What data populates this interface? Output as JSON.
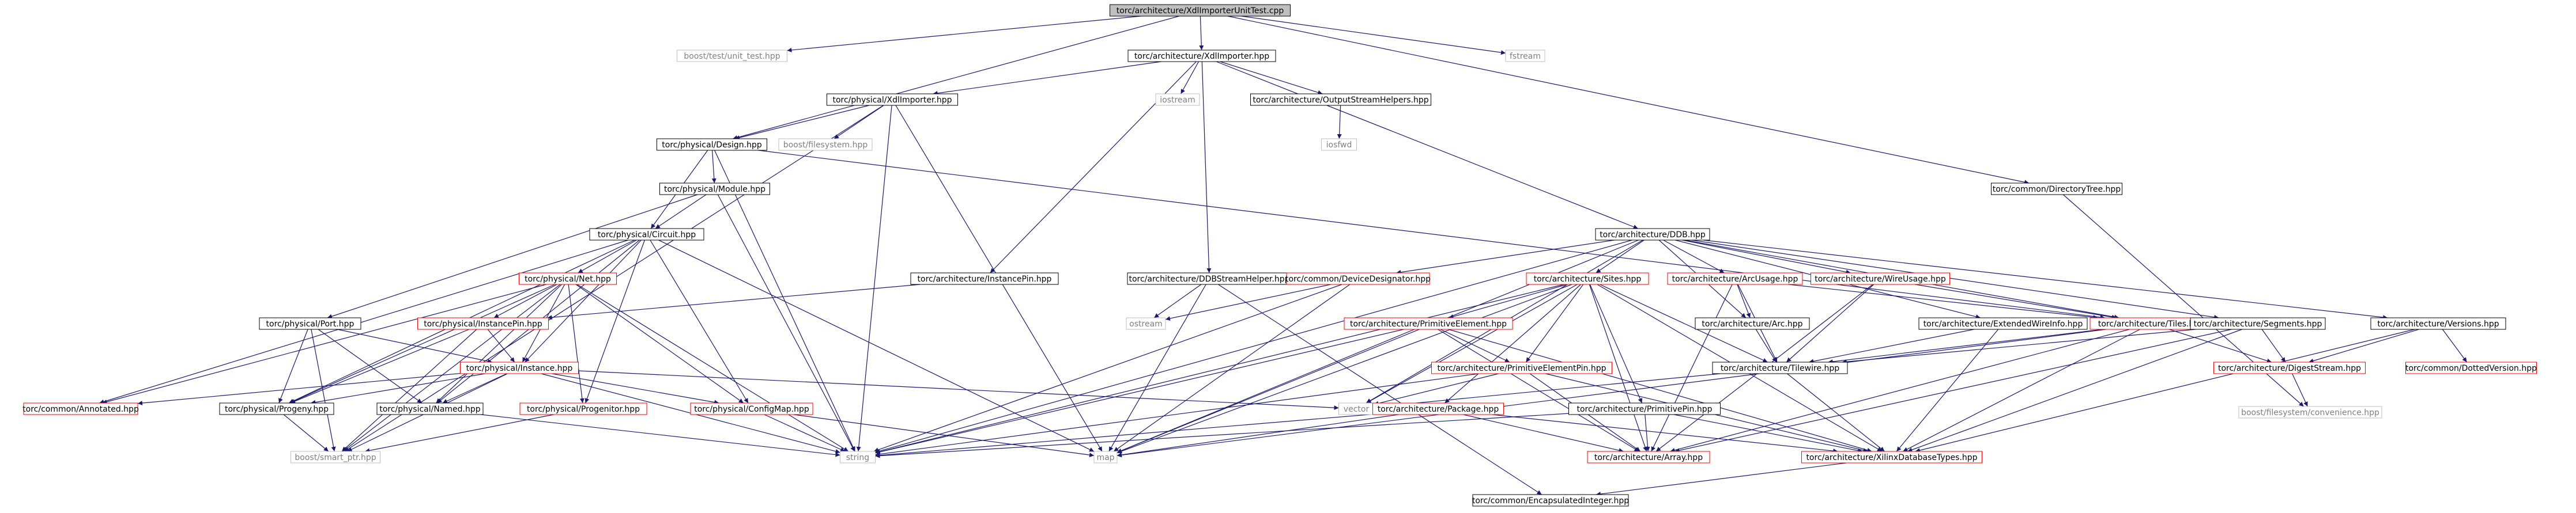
{
  "diagram": {
    "type": "include-dependency-graph",
    "colors": {
      "root_fill": "#bfbfbf",
      "normal_border": "#000000",
      "red_border": "#ff0000",
      "system_border": "#bfbfbf",
      "system_text": "#808080",
      "edge": "#191970"
    },
    "nodes": [
      {
        "id": "root",
        "label": "torc/architecture/XdlImporterUnitTest.cpp",
        "style": "root"
      },
      {
        "id": "unit_test",
        "label": "boost/test/unit_test.hpp",
        "style": "system"
      },
      {
        "id": "xdlimp_arch",
        "label": "torc/architecture/XdlImporter.hpp",
        "style": "normal"
      },
      {
        "id": "fstream",
        "label": "fstream",
        "style": "system"
      },
      {
        "id": "xdlimp_phys",
        "label": "torc/physical/XdlImporter.hpp",
        "style": "normal"
      },
      {
        "id": "iostream",
        "label": "iostream",
        "style": "system"
      },
      {
        "id": "osh",
        "label": "torc/architecture/OutputStreamHelpers.hpp",
        "style": "normal"
      },
      {
        "id": "dirtree",
        "label": "torc/common/DirectoryTree.hpp",
        "style": "normal"
      },
      {
        "id": "design",
        "label": "torc/physical/Design.hpp",
        "style": "normal"
      },
      {
        "id": "filesystem",
        "label": "boost/filesystem.hpp",
        "style": "system"
      },
      {
        "id": "iosfwd",
        "label": "iosfwd",
        "style": "system"
      },
      {
        "id": "module",
        "label": "torc/physical/Module.hpp",
        "style": "normal"
      },
      {
        "id": "ddb",
        "label": "torc/architecture/DDB.hpp",
        "style": "normal"
      },
      {
        "id": "circuit",
        "label": "torc/physical/Circuit.hpp",
        "style": "normal"
      },
      {
        "id": "instancepin_arch",
        "label": "torc/architecture/InstancePin.hpp",
        "style": "normal"
      },
      {
        "id": "ddbsh",
        "label": "torc/architecture/DDBStreamHelper.hpp",
        "style": "normal"
      },
      {
        "id": "devdes",
        "label": "torc/common/DeviceDesignator.hpp",
        "style": "red"
      },
      {
        "id": "sites",
        "label": "torc/architecture/Sites.hpp",
        "style": "red"
      },
      {
        "id": "arcusage",
        "label": "torc/architecture/ArcUsage.hpp",
        "style": "red"
      },
      {
        "id": "wireusage",
        "label": "torc/architecture/WireUsage.hpp",
        "style": "red"
      },
      {
        "id": "net",
        "label": "torc/physical/Net.hpp",
        "style": "red"
      },
      {
        "id": "port",
        "label": "torc/physical/Port.hpp",
        "style": "normal"
      },
      {
        "id": "ostream",
        "label": "ostream",
        "style": "system"
      },
      {
        "id": "primelement",
        "label": "torc/architecture/PrimitiveElement.hpp",
        "style": "red"
      },
      {
        "id": "arc",
        "label": "torc/architecture/Arc.hpp",
        "style": "normal"
      },
      {
        "id": "tiles",
        "label": "torc/architecture/Tiles.hpp",
        "style": "red"
      },
      {
        "id": "segments",
        "label": "torc/architecture/Segments.hpp",
        "style": "normal"
      },
      {
        "id": "versions",
        "label": "torc/architecture/Versions.hpp",
        "style": "normal"
      },
      {
        "id": "instancepin_phys",
        "label": "torc/physical/InstancePin.hpp",
        "style": "red"
      },
      {
        "id": "extwireinfo",
        "label": "torc/architecture/ExtendedWireInfo.hpp",
        "style": "normal"
      },
      {
        "id": "primelempin",
        "label": "torc/architecture/PrimitiveElementPin.hpp",
        "style": "red"
      },
      {
        "id": "tilewire",
        "label": "torc/architecture/Tilewire.hpp",
        "style": "normal"
      },
      {
        "id": "digest",
        "label": "torc/architecture/DigestStream.hpp",
        "style": "red"
      },
      {
        "id": "dottedversion",
        "label": "torc/common/DottedVersion.hpp",
        "style": "red"
      },
      {
        "id": "instance",
        "label": "torc/physical/Instance.hpp",
        "style": "red"
      },
      {
        "id": "vector",
        "label": "vector",
        "style": "system"
      },
      {
        "id": "annotated",
        "label": "torc/common/Annotated.hpp",
        "style": "red"
      },
      {
        "id": "progeny",
        "label": "torc/physical/Progeny.hpp",
        "style": "normal"
      },
      {
        "id": "named",
        "label": "torc/physical/Named.hpp",
        "style": "normal"
      },
      {
        "id": "progenitor",
        "label": "torc/physical/Progenitor.hpp",
        "style": "red"
      },
      {
        "id": "configmap",
        "label": "torc/physical/ConfigMap.hpp",
        "style": "red"
      },
      {
        "id": "package",
        "label": "torc/architecture/Package.hpp",
        "style": "red"
      },
      {
        "id": "primpin",
        "label": "torc/architecture/PrimitivePin.hpp",
        "style": "normal"
      },
      {
        "id": "convenience",
        "label": "boost/filesystem/convenience.hpp",
        "style": "system"
      },
      {
        "id": "smartptr",
        "label": "boost/smart_ptr.hpp",
        "style": "system"
      },
      {
        "id": "string",
        "label": "string",
        "style": "system"
      },
      {
        "id": "map",
        "label": "map",
        "style": "system"
      },
      {
        "id": "array",
        "label": "torc/architecture/Array.hpp",
        "style": "red"
      },
      {
        "id": "xilinxdb",
        "label": "torc/architecture/XilinxDatabaseTypes.hpp",
        "style": "red"
      },
      {
        "id": "encint",
        "label": "torc/common/EncapsulatedInteger.hpp",
        "style": "normal"
      }
    ],
    "edges": [
      [
        "root",
        "unit_test"
      ],
      [
        "root",
        "xdlimp_arch"
      ],
      [
        "root",
        "fstream"
      ],
      [
        "root",
        "design"
      ],
      [
        "root",
        "dirtree"
      ],
      [
        "xdlimp_arch",
        "xdlimp_phys"
      ],
      [
        "xdlimp_arch",
        "iostream"
      ],
      [
        "xdlimp_arch",
        "osh"
      ],
      [
        "xdlimp_arch",
        "ddb"
      ],
      [
        "xdlimp_arch",
        "instancepin_arch"
      ],
      [
        "xdlimp_arch",
        "ddbsh"
      ],
      [
        "xdlimp_phys",
        "design"
      ],
      [
        "xdlimp_phys",
        "filesystem"
      ],
      [
        "xdlimp_phys",
        "string"
      ],
      [
        "xdlimp_phys",
        "smartptr"
      ],
      [
        "xdlimp_phys",
        "map"
      ],
      [
        "osh",
        "iosfwd"
      ],
      [
        "dirtree",
        "convenience"
      ],
      [
        "design",
        "module"
      ],
      [
        "design",
        "circuit"
      ],
      [
        "design",
        "string"
      ],
      [
        "design",
        "tiles"
      ],
      [
        "module",
        "circuit"
      ],
      [
        "module",
        "port"
      ],
      [
        "module",
        "string"
      ],
      [
        "circuit",
        "net"
      ],
      [
        "circuit",
        "instance"
      ],
      [
        "circuit",
        "progeny"
      ],
      [
        "circuit",
        "annotated"
      ],
      [
        "circuit",
        "named"
      ],
      [
        "circuit",
        "progenitor"
      ],
      [
        "circuit",
        "configmap"
      ],
      [
        "circuit",
        "map"
      ],
      [
        "ddb",
        "devdes"
      ],
      [
        "ddb",
        "sites"
      ],
      [
        "ddb",
        "arcusage"
      ],
      [
        "ddb",
        "wireusage"
      ],
      [
        "ddb",
        "tiles"
      ],
      [
        "ddb",
        "segments"
      ],
      [
        "ddb",
        "versions"
      ],
      [
        "ddb",
        "extwireinfo"
      ],
      [
        "ddb",
        "arc"
      ],
      [
        "ddb",
        "string"
      ],
      [
        "ddb",
        "map"
      ],
      [
        "ddb",
        "vector"
      ],
      [
        "instancepin_arch",
        "instancepin_phys"
      ],
      [
        "ddbsh",
        "ostream"
      ],
      [
        "ddbsh",
        "map"
      ],
      [
        "ddbsh",
        "encint"
      ],
      [
        "devdes",
        "ostream"
      ],
      [
        "devdes",
        "string"
      ],
      [
        "devdes",
        "map"
      ],
      [
        "sites",
        "primelement"
      ],
      [
        "sites",
        "primelempin"
      ],
      [
        "sites",
        "primpin"
      ],
      [
        "sites",
        "package"
      ],
      [
        "sites",
        "tilewire"
      ],
      [
        "sites",
        "array"
      ],
      [
        "sites",
        "xilinxdb"
      ],
      [
        "sites",
        "string"
      ],
      [
        "sites",
        "map"
      ],
      [
        "sites",
        "vector"
      ],
      [
        "arcusage",
        "arc"
      ],
      [
        "arcusage",
        "tiles"
      ],
      [
        "arcusage",
        "tilewire"
      ],
      [
        "arcusage",
        "array"
      ],
      [
        "wireusage",
        "tiles"
      ],
      [
        "wireusage",
        "tilewire"
      ],
      [
        "wireusage",
        "array"
      ],
      [
        "net",
        "instancepin_phys"
      ],
      [
        "net",
        "instance"
      ],
      [
        "net",
        "progeny"
      ],
      [
        "net",
        "annotated"
      ],
      [
        "net",
        "named"
      ],
      [
        "net",
        "progenitor"
      ],
      [
        "net",
        "configmap"
      ],
      [
        "net",
        "string"
      ],
      [
        "net",
        "smartptr"
      ],
      [
        "port",
        "instance"
      ],
      [
        "port",
        "progeny"
      ],
      [
        "port",
        "named"
      ],
      [
        "port",
        "smartptr"
      ],
      [
        "primelement",
        "primelempin"
      ],
      [
        "primelement",
        "xilinxdb"
      ],
      [
        "primelement",
        "array"
      ],
      [
        "primelement",
        "map"
      ],
      [
        "primelement",
        "string"
      ],
      [
        "arc",
        "tilewire"
      ],
      [
        "tiles",
        "tilewire"
      ],
      [
        "tiles",
        "array"
      ],
      [
        "tiles",
        "xilinxdb"
      ],
      [
        "tiles",
        "digest"
      ],
      [
        "tiles",
        "map"
      ],
      [
        "segments",
        "tilewire"
      ],
      [
        "segments",
        "array"
      ],
      [
        "segments",
        "digest"
      ],
      [
        "segments",
        "xilinxdb"
      ],
      [
        "versions",
        "digest"
      ],
      [
        "versions",
        "dottedversion"
      ],
      [
        "versions",
        "xilinxdb"
      ],
      [
        "instancepin_phys",
        "instance"
      ],
      [
        "instancepin_phys",
        "progeny"
      ],
      [
        "instancepin_phys",
        "smartptr"
      ],
      [
        "extwireinfo",
        "tilewire"
      ],
      [
        "extwireinfo",
        "xilinxdb"
      ],
      [
        "primelempin",
        "xilinxdb"
      ],
      [
        "primelempin",
        "array"
      ],
      [
        "primelempin",
        "string"
      ],
      [
        "primelempin",
        "vector"
      ],
      [
        "tilewire",
        "xilinxdb"
      ],
      [
        "tilewire",
        "vector"
      ],
      [
        "digest",
        "convenience"
      ],
      [
        "instance",
        "annotated"
      ],
      [
        "instance",
        "progeny"
      ],
      [
        "instance",
        "named"
      ],
      [
        "instance",
        "configmap"
      ],
      [
        "instance",
        "smartptr"
      ],
      [
        "instance",
        "string"
      ],
      [
        "instance",
        "vector"
      ],
      [
        "progeny",
        "smartptr"
      ],
      [
        "named",
        "string"
      ],
      [
        "progenitor",
        "smartptr"
      ],
      [
        "configmap",
        "map"
      ],
      [
        "configmap",
        "string"
      ],
      [
        "package",
        "array"
      ],
      [
        "package",
        "xilinxdb"
      ],
      [
        "package",
        "string"
      ],
      [
        "package",
        "map"
      ],
      [
        "primpin",
        "xilinxdb"
      ],
      [
        "primpin",
        "array"
      ],
      [
        "primpin",
        "string"
      ],
      [
        "xilinxdb",
        "encint"
      ]
    ]
  }
}
